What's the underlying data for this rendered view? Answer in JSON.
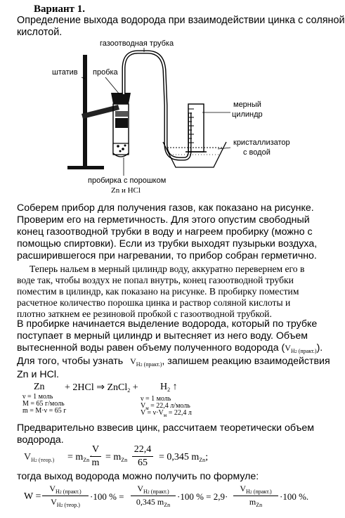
{
  "header": {
    "variant": "Вариант 1.",
    "title_line1": "Определение выхода водорода при взаимодействии цинка с соляной",
    "title_line2": "кислотой."
  },
  "figure": {
    "label_tube": "газоотводная трубка",
    "label_stand": "штатив",
    "label_stopper": "пробка",
    "label_cylinder_1": "мерный",
    "label_cylinder_2": "цилиндр",
    "label_crystallizer_1": "кристаллизатор",
    "label_crystallizer_2": "с водой",
    "label_testtube_1": "пробирка с порошком",
    "label_testtube_2": "Zn и HCl"
  },
  "body": {
    "para1": [
      "Соберем прибор для получения газов, как показано на рисунке.",
      "Проверим его на герметичность. Для этого опустим свободный",
      "конец газоотводной трубки в воду и нагреем пробирку (можно с",
      "помощью спиртовки). Если из трубки выходят пузырьки воздуха,",
      "расширившегося при нагревании, то прибор собран герметично."
    ],
    "para2": [
      "Теперь нальем в мерный цилиндр воду, аккуратно перевернем его в",
      "воде так, чтобы воздух не попал внутрь, конец газоотводной трубки",
      "поместим в цилиндр, как показано на рисунке. В пробирку поместим",
      "расчетное количество порошка цинка и раствор соляной кислоты и",
      "плотно заткнем ее резиновой пробкой с газоотводной трубкой."
    ],
    "para3": [
      "В пробирке начинается выделение водорода, который по трубке",
      "поступает в мерный цилиндр и вытесняет из него воду. Объем"
    ],
    "para3_last": "вытесненной воды равен объему полученного водорода (",
    "v_practical": "V",
    "v_practical_sub": "H",
    "v_practical_sub2": "2",
    "v_practical_sub3": " (практ.)",
    "para3_end": ").",
    "para4_start": "Для того, чтобы узнать",
    "para4_end": ", запишем реакцию взаимодействия",
    "para4_line2": "Zn и HCl."
  },
  "reaction": {
    "zn": "Zn",
    "rest": "+ 2HCl ⇒ ZnCl",
    "zncl_sub": "2",
    "plus": "+",
    "h2": "H",
    "h2_sub": "2",
    "arrow": "↑",
    "zn_n": "ν = 1 моль",
    "zn_M": "M = 65 г/моль",
    "zn_m": "m = M·ν = 65 г",
    "h2_n": "ν = 1 моль",
    "h2_Vm": "V",
    "h2_Vm_sub": "м",
    "h2_Vm_rest": " = 22,4 л/моль",
    "h2_V": "V = ν·V",
    "h2_V_sub": "м",
    "h2_V_rest": " = 22,4 л"
  },
  "calc": {
    "line1": "Предварительно взвесив цинк, рассчитаем теоретически объем",
    "line2": "водорода.",
    "eq1_V": "V",
    "eq1_V_sub": "H",
    "eq1_V_sub2": "2",
    "eq1_V_sub3": " (теор.)",
    "eq1_eq": "= m",
    "eq1_mzn_sub": "Zn",
    "eq1_dot": "·",
    "eq1_frac1_num": "V",
    "eq1_frac1_den": "m",
    "eq1_eq2": "= m",
    "eq1_mzn2_sub": "Zn",
    "eq1_frac2_num": "22,4",
    "eq1_frac2_den": "65",
    "eq1_result": "= 0,345 m",
    "eq1_result_sub": "Zn",
    "eq1_end": ";",
    "line3": "тогда выход водорода можно получить по формуле:",
    "eq2_W": "W =",
    "eq2_f1_num": "V",
    "eq2_f1_num_sub": "H",
    "eq2_f1_num_sub2": "2",
    "eq2_f1_num_sub3": " (практ.)",
    "eq2_f1_den": "V",
    "eq2_f1_den_sub": "H",
    "eq2_f1_den_sub2": "2",
    "eq2_f1_den_sub3": " (теор.)",
    "eq2_mul1": "·100 % =",
    "eq2_f2_num": "V",
    "eq2_f2_num_sub": "H",
    "eq2_f2_num_sub2": "2",
    "eq2_f2_num_sub3": " (практ.)",
    "eq2_f2_den": "0,345 m",
    "eq2_f2_den_sub": "Zn",
    "eq2_mul2": "·100 % = 2,9·",
    "eq2_f3_num": "V",
    "eq2_f3_num_sub": "H",
    "eq2_f3_num_sub2": "2",
    "eq2_f3_num_sub3": " (практ.)",
    "eq2_f3_den": "m",
    "eq2_f3_den_sub": "Zn",
    "eq2_end": "·100 %."
  }
}
